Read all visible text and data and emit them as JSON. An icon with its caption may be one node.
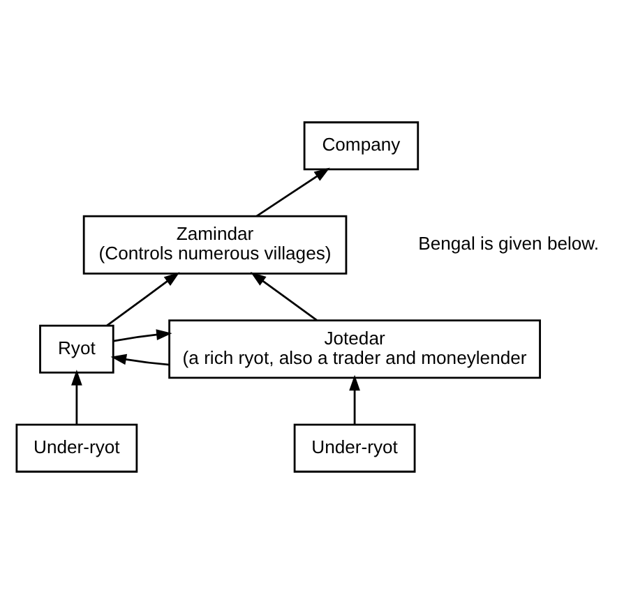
{
  "diagram": {
    "nodes": [
      {
        "text": [
          "Company"
        ]
      },
      {
        "text": [
          "Zamindar",
          "(Controls numerous villages)"
        ]
      },
      {
        "text": [
          "Ryot"
        ]
      },
      {
        "text": [
          "Jotedar",
          "(a rich ryot, also a trader and moneylender"
        ]
      },
      {
        "text": [
          "Under-ryot"
        ]
      },
      {
        "text": [
          "Under-ryot"
        ]
      }
    ],
    "edges": [
      {
        "from": 1,
        "to": 0,
        "arrow": "to"
      },
      {
        "from": 2,
        "to": 1,
        "arrow": "to"
      },
      {
        "from": 3,
        "to": 1,
        "arrow": "to"
      },
      {
        "from": 2,
        "to": 3,
        "arrow": "to"
      },
      {
        "from": 3,
        "to": 2,
        "arrow": "to"
      },
      {
        "from": 4,
        "to": 2,
        "arrow": "to"
      },
      {
        "from": 5,
        "to": 3,
        "arrow": "to"
      }
    ],
    "labels": [
      "Bengal is given below."
    ]
  }
}
